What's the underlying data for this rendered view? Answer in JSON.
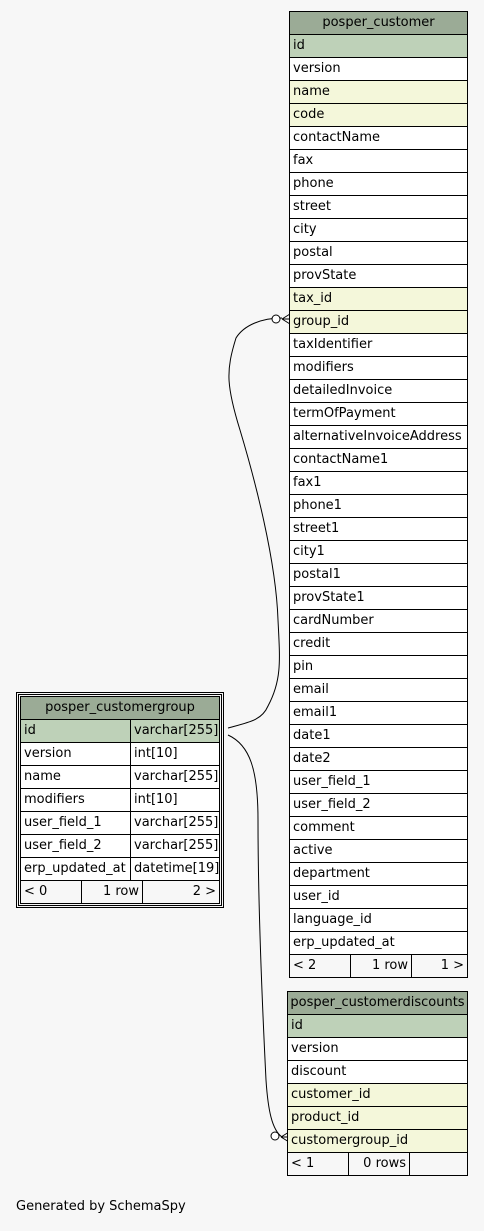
{
  "tables": {
    "customer": {
      "title": "posper_customer",
      "rows": [
        {
          "name": "id",
          "kind": "pk"
        },
        {
          "name": "version",
          "kind": "plain"
        },
        {
          "name": "name",
          "kind": "fk"
        },
        {
          "name": "code",
          "kind": "fk"
        },
        {
          "name": "contactName",
          "kind": "plain"
        },
        {
          "name": "fax",
          "kind": "plain"
        },
        {
          "name": "phone",
          "kind": "plain"
        },
        {
          "name": "street",
          "kind": "plain"
        },
        {
          "name": "city",
          "kind": "plain"
        },
        {
          "name": "postal",
          "kind": "plain"
        },
        {
          "name": "provState",
          "kind": "plain"
        },
        {
          "name": "tax_id",
          "kind": "fk"
        },
        {
          "name": "group_id",
          "kind": "fk"
        },
        {
          "name": "taxIdentifier",
          "kind": "plain"
        },
        {
          "name": "modifiers",
          "kind": "plain"
        },
        {
          "name": "detailedInvoice",
          "kind": "plain"
        },
        {
          "name": "termOfPayment",
          "kind": "plain"
        },
        {
          "name": "alternativeInvoiceAddress",
          "kind": "plain"
        },
        {
          "name": "contactName1",
          "kind": "plain"
        },
        {
          "name": "fax1",
          "kind": "plain"
        },
        {
          "name": "phone1",
          "kind": "plain"
        },
        {
          "name": "street1",
          "kind": "plain"
        },
        {
          "name": "city1",
          "kind": "plain"
        },
        {
          "name": "postal1",
          "kind": "plain"
        },
        {
          "name": "provState1",
          "kind": "plain"
        },
        {
          "name": "cardNumber",
          "kind": "plain"
        },
        {
          "name": "credit",
          "kind": "plain"
        },
        {
          "name": "pin",
          "kind": "plain"
        },
        {
          "name": "email",
          "kind": "plain"
        },
        {
          "name": "email1",
          "kind": "plain"
        },
        {
          "name": "date1",
          "kind": "plain"
        },
        {
          "name": "date2",
          "kind": "plain"
        },
        {
          "name": "user_field_1",
          "kind": "plain"
        },
        {
          "name": "user_field_2",
          "kind": "plain"
        },
        {
          "name": "comment",
          "kind": "plain"
        },
        {
          "name": "active",
          "kind": "plain"
        },
        {
          "name": "department",
          "kind": "plain"
        },
        {
          "name": "user_id",
          "kind": "plain"
        },
        {
          "name": "language_id",
          "kind": "plain"
        },
        {
          "name": "erp_updated_at",
          "kind": "plain"
        }
      ],
      "footer": [
        "< 2",
        "1 row",
        "1 >"
      ]
    },
    "group": {
      "title": "posper_customergroup",
      "rows": [
        {
          "name": "id",
          "type": "varchar[255]",
          "kind": "pk"
        },
        {
          "name": "version",
          "type": "int[10]",
          "kind": "plain"
        },
        {
          "name": "name",
          "type": "varchar[255]",
          "kind": "plain"
        },
        {
          "name": "modifiers",
          "type": "int[10]",
          "kind": "plain"
        },
        {
          "name": "user_field_1",
          "type": "varchar[255]",
          "kind": "plain"
        },
        {
          "name": "user_field_2",
          "type": "varchar[255]",
          "kind": "plain"
        },
        {
          "name": "erp_updated_at",
          "type": "datetime[19]",
          "kind": "plain"
        }
      ],
      "footer": [
        "< 0",
        "1 row",
        "2 >"
      ]
    },
    "discounts": {
      "title": "posper_customerdiscounts",
      "rows": [
        {
          "name": "id",
          "kind": "pk"
        },
        {
          "name": "version",
          "kind": "plain"
        },
        {
          "name": "discount",
          "kind": "plain"
        },
        {
          "name": "customer_id",
          "kind": "fk"
        },
        {
          "name": "product_id",
          "kind": "fk"
        },
        {
          "name": "customergroup_id",
          "kind": "fk"
        }
      ],
      "footer": [
        "< 1",
        "0 rows",
        ""
      ]
    }
  },
  "footer_text": "Generated by SchemaSpy",
  "colors": {
    "header": "#9bab96",
    "pk": "#bed1b8",
    "fk": "#f4f7da",
    "background": "#f7f7f7"
  }
}
